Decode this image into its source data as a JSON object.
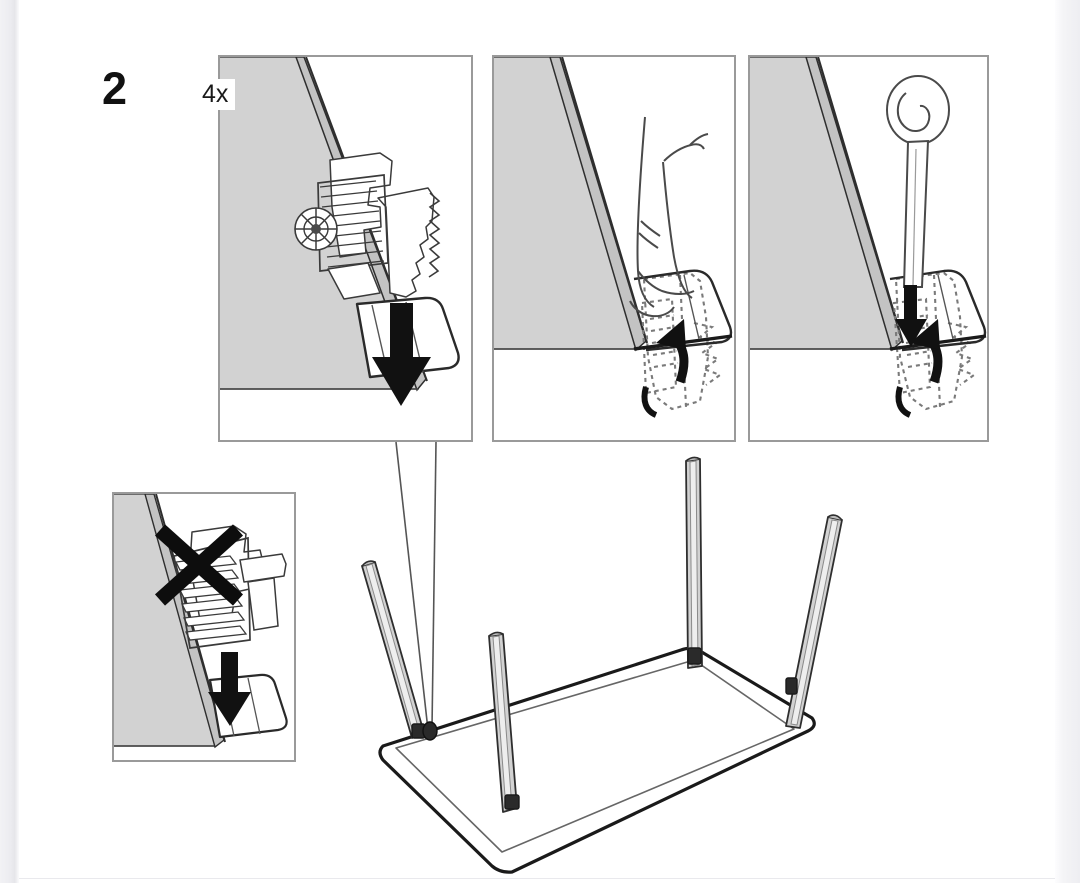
{
  "document": {
    "type": "furniture-assembly-instruction",
    "style": "ikea-line-art-diagram",
    "page_background": "#ffffff",
    "sheet_background": "#ffffff"
  },
  "step": {
    "number": "2",
    "quantity_label": "4x"
  },
  "colors": {
    "ink": "#1a1a1a",
    "outline": "#3a3a3a",
    "panel_border": "#9a9a9a",
    "leg_fill": "#d2d2d2",
    "leg_fill_dark": "#bdbdbd",
    "arrow_black": "#111111",
    "hidden_dash": "#7a7a7a",
    "page_edge": "#ececf0"
  },
  "panels": [
    {
      "id": "panel-1",
      "name": "insert-bracket-panel",
      "caption_quantity": "4x",
      "depicts": "table leg end with cam-lock bracket fitting being inserted downward into the corner socket",
      "arrow": "down",
      "arrow_direction_label": "down"
    },
    {
      "id": "panel-2",
      "name": "press-by-hand-panel",
      "depicts": "hand pressing the bracket from below, hidden parts shown as dashed outline",
      "arrow": "curved-up",
      "arrow_direction_label": "up"
    },
    {
      "id": "panel-3",
      "name": "press-with-tool-panel",
      "depicts": "loop handled pin tool pushed down into the socket while bracket clicks up",
      "arrow": "down-and-curved-up",
      "arrow_direction_label": "down then up"
    },
    {
      "id": "panel-x",
      "name": "incorrect-orientation-panel",
      "depicts": "bracket held in the wrong orientation, crossed out",
      "marker": "x-cross",
      "marker_label": "incorrect",
      "arrow": "down",
      "arrow_direction_label": "down"
    }
  ],
  "assembly_view": {
    "name": "table-overview",
    "depicts": "rectangular table top lying upside down with four legs standing at the corners",
    "leg_count": 4,
    "legs": [
      {
        "name": "leg-front-left",
        "position": "front-left"
      },
      {
        "name": "leg-mid-left",
        "position": "mid-left"
      },
      {
        "name": "leg-back-right",
        "position": "back-right"
      },
      {
        "name": "leg-front-right",
        "position": "front-right"
      }
    ],
    "tabletop": {
      "name": "table-top",
      "shape": "rounded-rectangle",
      "orientation": "upside-down"
    },
    "callout_lines": 2,
    "callout_target": "corner-fastener"
  }
}
